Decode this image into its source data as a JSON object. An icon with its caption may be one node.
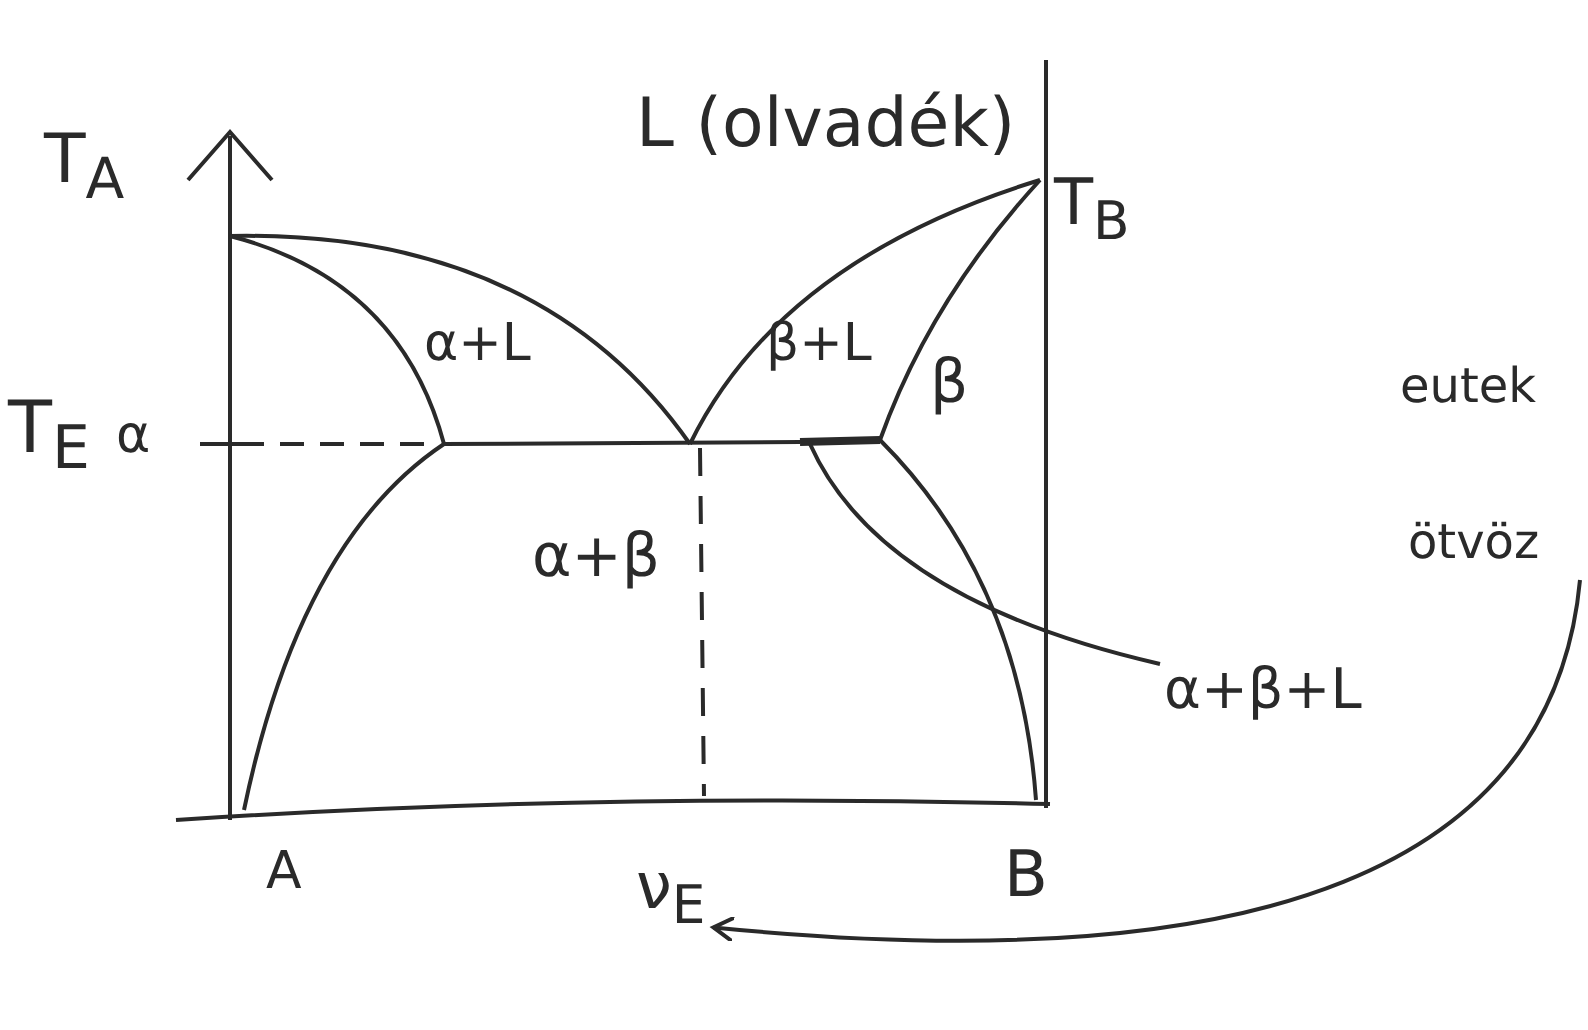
{
  "diagram": {
    "nodes": [
      {
        "text": [
          "α+β+L"
        ]
      },
      {
        "text": [
          "ν$_{E}$"
        ]
      },
      {
        "text": [],
        "shape": "bar"
      }
    ],
    "edges": [
      {
        "from": 0,
        "to": 2,
        "arrow": "none"
      },
      {
        "from": null,
        "to": 1,
        "arrow": "to"
      }
    ],
    "labels": [
      "T$_{A}$",
      "L (olvadék)",
      "T$_{B}$",
      "α+L",
      "β+L",
      "β",
      "eutek",
      "T$_{E}$",
      "α",
      "α+β",
      "ötvöz",
      "A",
      "B"
    ]
  }
}
